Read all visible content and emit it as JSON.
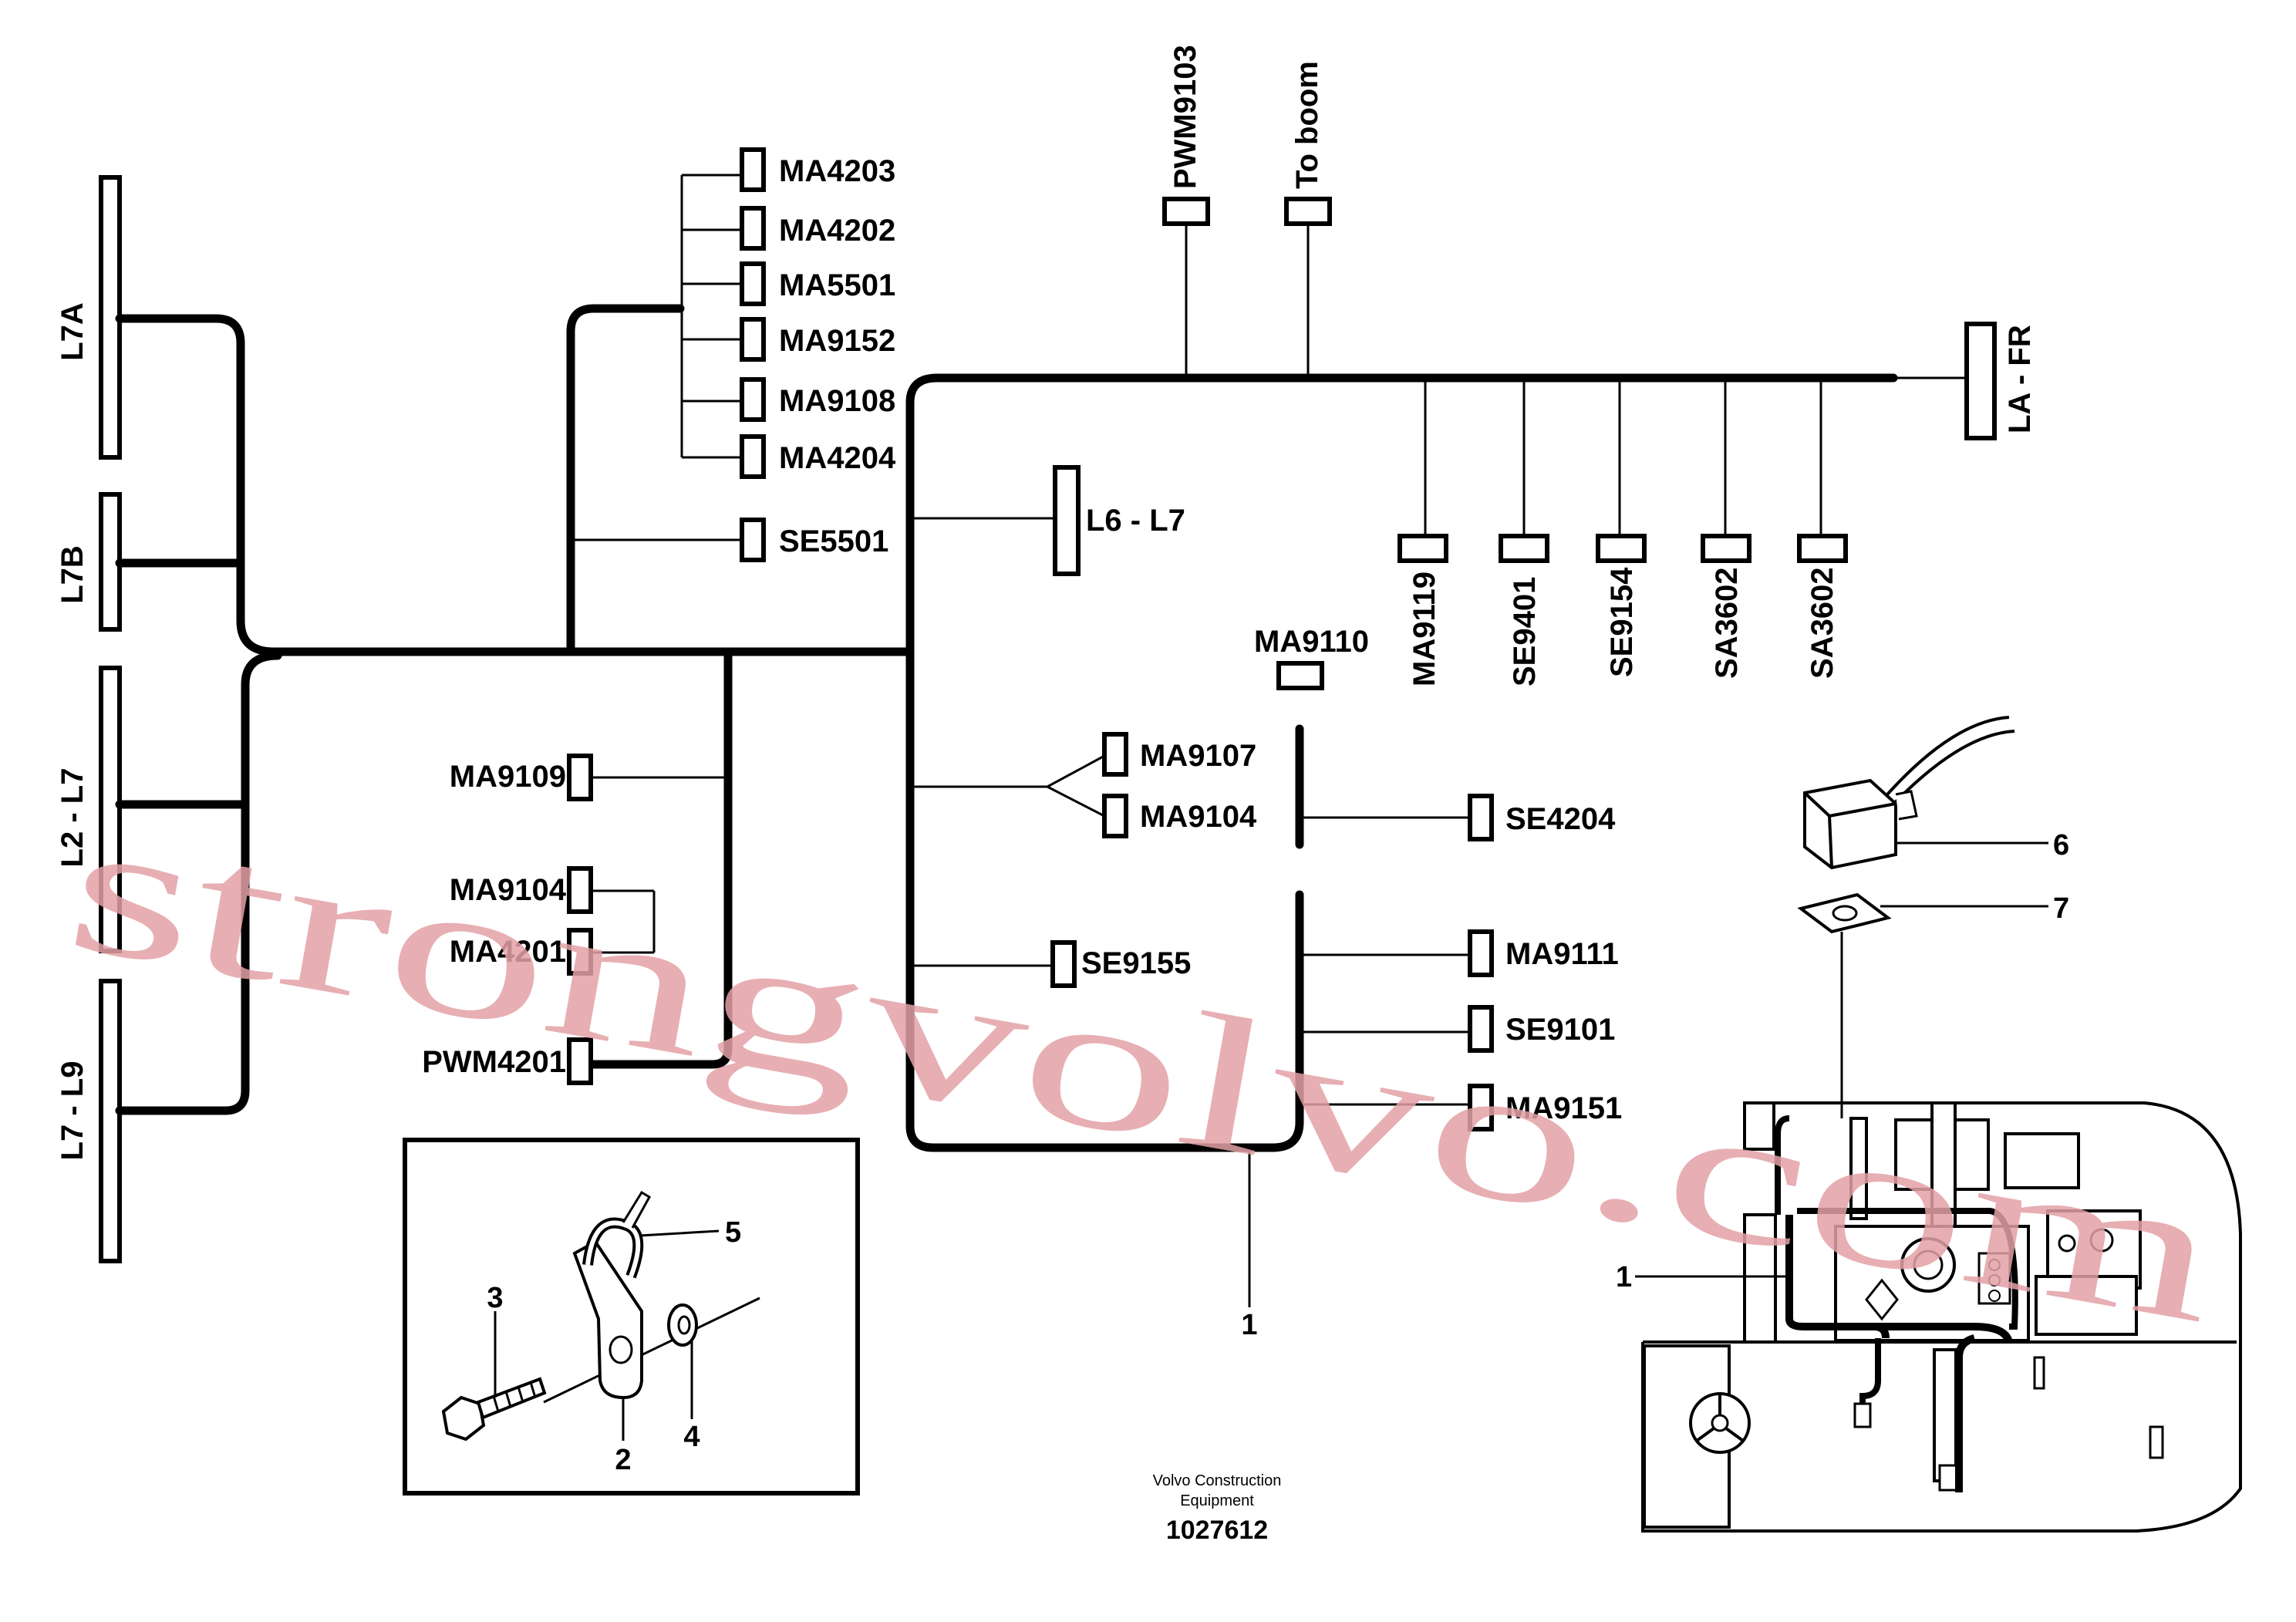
{
  "harness_labels": {
    "l7a": "L7A",
    "l7b": "L7B",
    "l2_l7": "L2 - L7",
    "l7_l9": "L7 - L9",
    "l6_l7": "L6 - L7",
    "la_fr": "LA - FR"
  },
  "connectors": {
    "ma4203": "MA4203",
    "ma4202": "MA4202",
    "ma5501": "MA5501",
    "ma9152": "MA9152",
    "ma9108": "MA9108",
    "ma4204": "MA4204",
    "se5501": "SE5501",
    "pwm9103": "PWM9103",
    "to_boom": "To boom",
    "ma9119": "MA9119",
    "se9401": "SE9401",
    "se9154": "SE9154",
    "sa3602_a": "SA3602",
    "sa3602_b": "SA3602",
    "ma9110": "MA9110",
    "ma9107": "MA9107",
    "ma9104_right": "MA9104",
    "se4204": "SE4204",
    "se9155": "SE9155",
    "ma9111": "MA9111",
    "se9101": "SE9101",
    "ma9151": "MA9151",
    "ma9109": "MA9109",
    "ma9104_left": "MA9104",
    "ma4201": "MA4201",
    "pwm4201": "PWM4201"
  },
  "callouts": {
    "c1_main": "1",
    "c1_machine": "1",
    "c2": "2",
    "c3": "3",
    "c4": "4",
    "c5": "5",
    "c6": "6",
    "c7": "7"
  },
  "footer": {
    "company_line1": "Volvo Construction",
    "company_line2": "Equipment",
    "drawing_number": "1027612"
  },
  "watermark": "strongvolvo.com",
  "colors": {
    "line": "#000000",
    "watermark": "#e3a1a6",
    "background": "#ffffff"
  }
}
